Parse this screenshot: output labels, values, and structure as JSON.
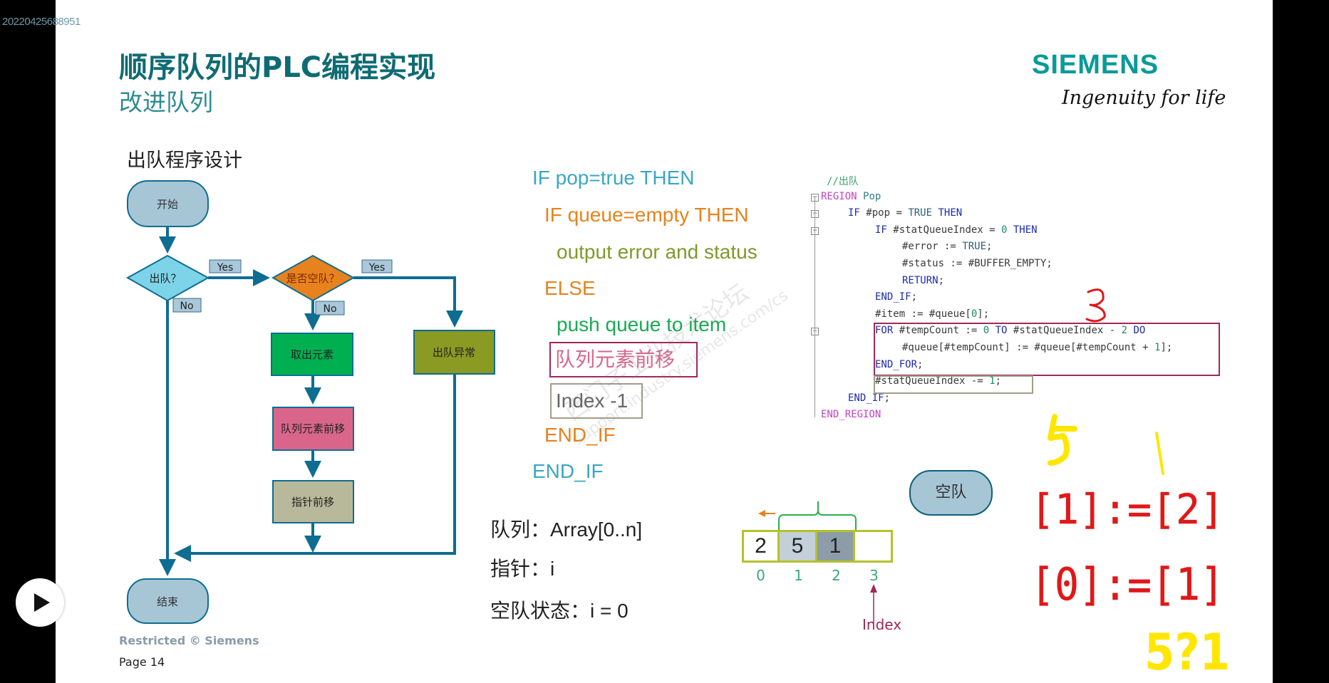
{
  "recording_stamp": "20220425688951",
  "header": {
    "title": "顺序队列的PLC编程实现",
    "subtitle": "改进队列",
    "logo": "SIEMENS",
    "tagline": "Ingenuity for life"
  },
  "section_title": "出队程序设计",
  "flowchart": {
    "start": "开始",
    "decision_pop": "出队？",
    "decision_empty": "是否空队？",
    "yes1": "Yes",
    "no1": "No",
    "yes2": "Yes",
    "no2": "No",
    "take_item": "取出元素",
    "shift_queue": "队列元素前移",
    "pointer_back": "指针前移",
    "pop_error": "出队异常",
    "end": "结束",
    "colors": {
      "line": "#0e6d91",
      "terminal": "#a6c6d6",
      "decision_pop": "#7dd3e8",
      "decision_empty": "#e8821e",
      "take_item": "#00b050",
      "shift_queue": "#d9668a",
      "pointer_back": "#b8b89a",
      "pop_error": "#8a9a23"
    }
  },
  "pseudocode": [
    {
      "text": "IF pop=true THEN",
      "color": "#3aa7c4"
    },
    {
      "text": "IF queue=empty THEN",
      "color": "#e8821e"
    },
    {
      "text": "output error and status",
      "color": "#7d9a2a"
    },
    {
      "text": "ELSE",
      "color": "#e8821e"
    },
    {
      "text": "push queue to item",
      "color": "#1aaa55"
    },
    {
      "text": "队列元素前移",
      "color": "#d9668a"
    },
    {
      "text": "Index -1",
      "color": "#666666"
    },
    {
      "text": "END_IF",
      "color": "#e8821e"
    },
    {
      "text": "END_IF",
      "color": "#3aa7c4"
    }
  ],
  "watermark": {
    "line1": "西门子工业技术论坛",
    "line2": "support.industry.siemens.com/cs"
  },
  "definitions": {
    "queue": "队列：Array[0..n]",
    "pointer": "指针：i",
    "empty_state": "空队状态：i = 0"
  },
  "code": [
    [
      {
        "t": "//出队",
        "c": "c"
      }
    ],
    [
      {
        "t": "REGION ",
        "c": "r"
      },
      {
        "t": "Pop",
        "c": "p"
      }
    ],
    [
      {
        "t": "IF ",
        "c": "k"
      },
      {
        "t": "#pop = ",
        "c": "v"
      },
      {
        "t": "TRUE ",
        "c": "t"
      },
      {
        "t": "THEN",
        "c": "k"
      }
    ],
    [
      {
        "t": "IF ",
        "c": "k"
      },
      {
        "t": "#statQueueIndex = ",
        "c": "v"
      },
      {
        "t": "0 ",
        "c": "n"
      },
      {
        "t": "THEN",
        "c": "k"
      }
    ],
    [
      {
        "t": "#error := ",
        "c": "v"
      },
      {
        "t": "TRUE",
        "c": "t"
      },
      {
        "t": ";",
        "c": "v"
      }
    ],
    [
      {
        "t": "#status := #BUFFER_EMPTY;",
        "c": "v"
      }
    ],
    [
      {
        "t": "RETURN",
        "c": "k"
      },
      {
        "t": ";",
        "c": "v"
      }
    ],
    [
      {
        "t": "END_IF",
        "c": "k"
      },
      {
        "t": ";",
        "c": "v"
      }
    ],
    [
      {
        "t": "#item := #queue[",
        "c": "v"
      },
      {
        "t": "0",
        "c": "n"
      },
      {
        "t": "];",
        "c": "v"
      }
    ],
    [
      {
        "t": "FOR ",
        "c": "k"
      },
      {
        "t": "#tempCount := ",
        "c": "v"
      },
      {
        "t": "0 ",
        "c": "n"
      },
      {
        "t": "TO ",
        "c": "k"
      },
      {
        "t": "#statQueueIndex - ",
        "c": "v"
      },
      {
        "t": "2 ",
        "c": "n"
      },
      {
        "t": "DO",
        "c": "k"
      }
    ],
    [
      {
        "t": "#queue[#tempCount] := #queue[#tempCount + ",
        "c": "v"
      },
      {
        "t": "1",
        "c": "n"
      },
      {
        "t": "];",
        "c": "v"
      }
    ],
    [
      {
        "t": "END_FOR",
        "c": "k"
      },
      {
        "t": ";",
        "c": "v"
      }
    ],
    [
      {
        "t": "#statQueueIndex -= ",
        "c": "v"
      },
      {
        "t": "1",
        "c": "n"
      },
      {
        "t": ";",
        "c": "v"
      }
    ],
    [
      {
        "t": "END_IF",
        "c": "k"
      },
      {
        "t": ";",
        "c": "v"
      }
    ],
    [
      {
        "t": "END_REGION",
        "c": "r"
      }
    ]
  ],
  "array_diagram": {
    "cells": [
      "2",
      "5",
      "1",
      ""
    ],
    "cell_colors": [
      "#ffffff",
      "#c3cfd9",
      "#8c9ca8",
      "#ffffff"
    ],
    "indices": [
      "0",
      "1",
      "2",
      "3"
    ],
    "pointer_label": "Index",
    "border_color": "#b5c22a"
  },
  "empty_queue_button": "空队",
  "annotations": {
    "red_3": "3",
    "yellow_5": "5",
    "yellow_1": "1",
    "red_line1": "[1]:=[2]",
    "red_line2": "[0]:=[1]",
    "yellow_line": "5?1"
  },
  "footer": {
    "restricted": "Restricted © Siemens",
    "page": "Page 14"
  }
}
